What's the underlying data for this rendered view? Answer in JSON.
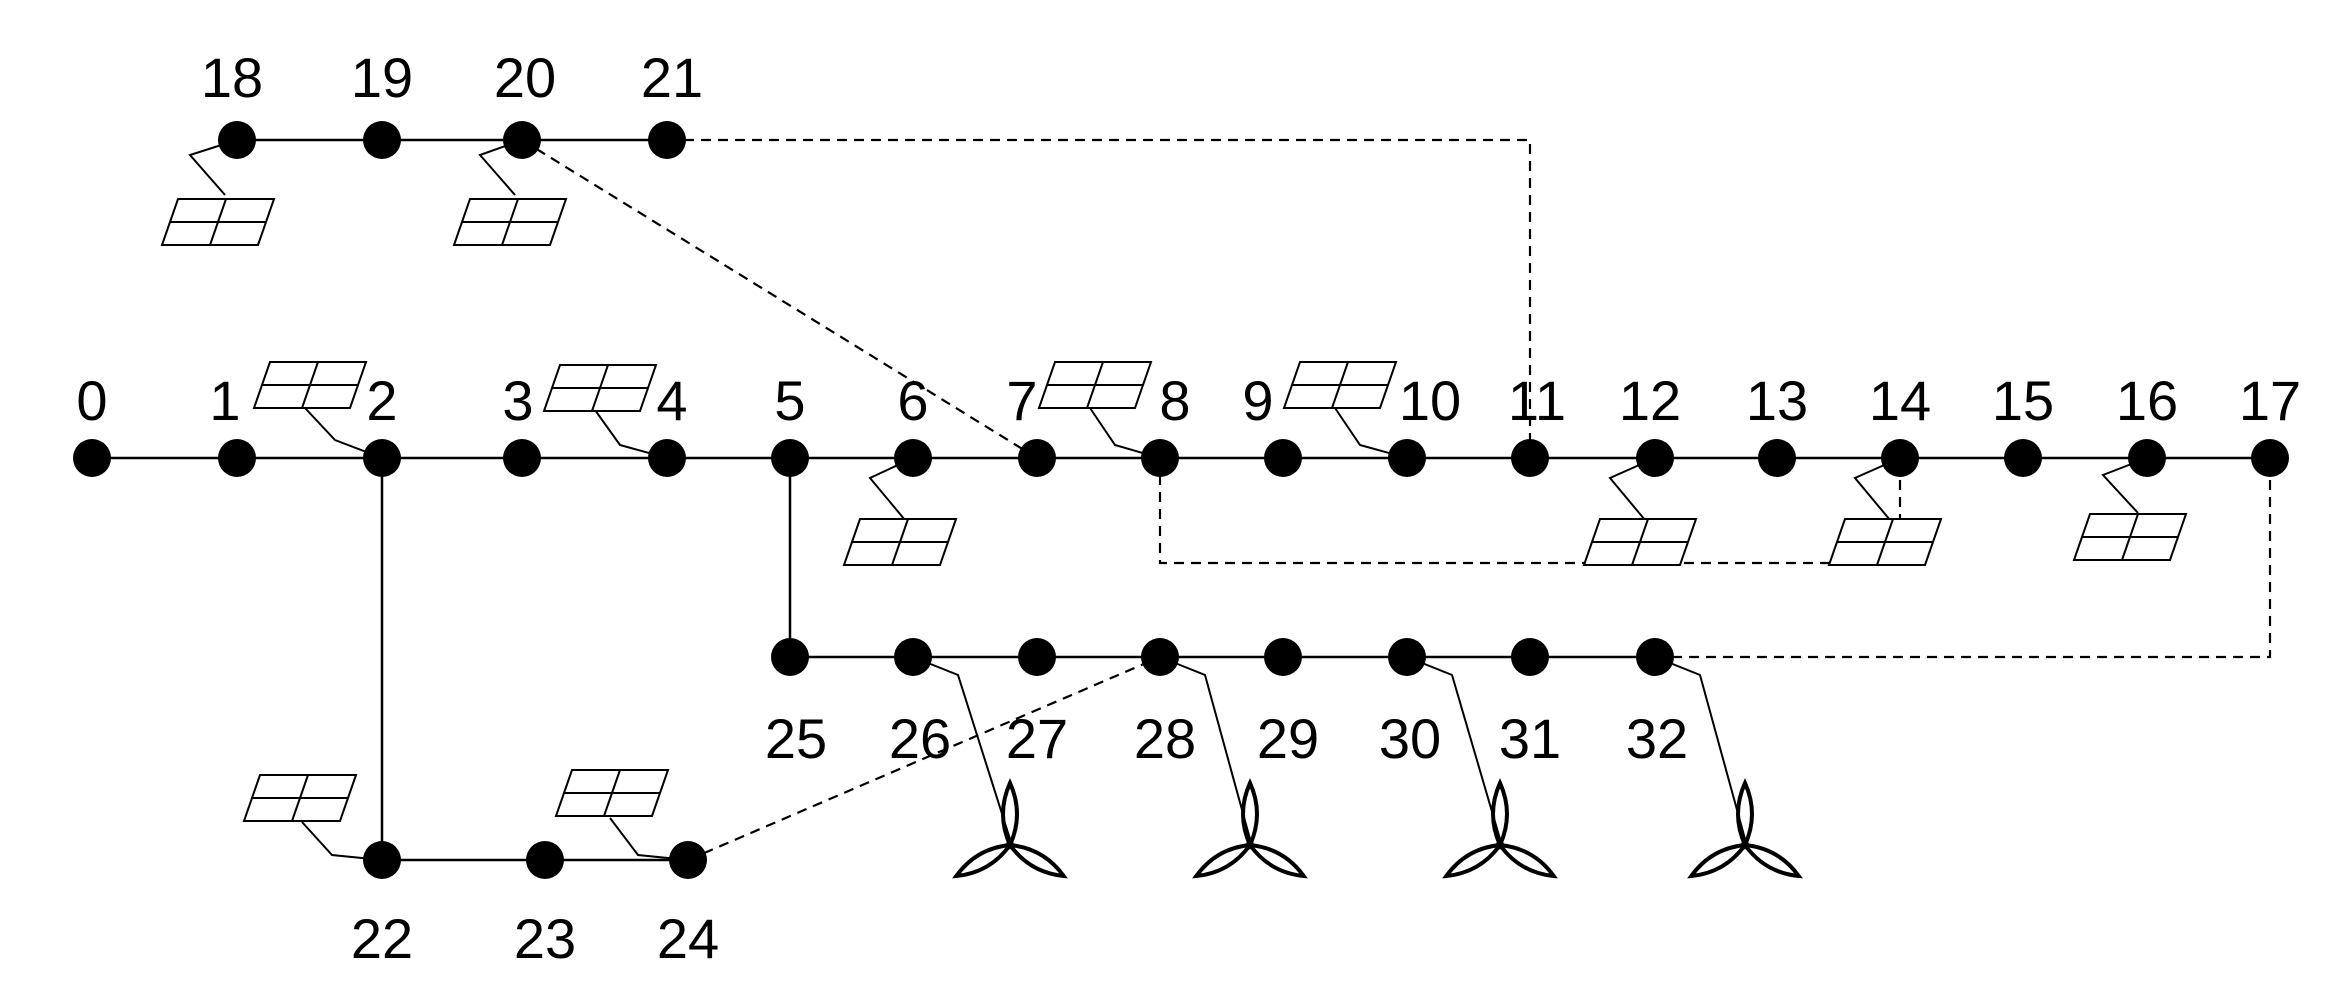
{
  "nodes": [
    {
      "id": "0",
      "label": "0"
    },
    {
      "id": "1",
      "label": "1"
    },
    {
      "id": "2",
      "label": "2"
    },
    {
      "id": "3",
      "label": "3"
    },
    {
      "id": "4",
      "label": "4"
    },
    {
      "id": "5",
      "label": "5"
    },
    {
      "id": "6",
      "label": "6"
    },
    {
      "id": "7",
      "label": "7"
    },
    {
      "id": "8",
      "label": "8"
    },
    {
      "id": "9",
      "label": "9"
    },
    {
      "id": "10",
      "label": "10"
    },
    {
      "id": "11",
      "label": "11"
    },
    {
      "id": "12",
      "label": "12"
    },
    {
      "id": "13",
      "label": "13"
    },
    {
      "id": "14",
      "label": "14"
    },
    {
      "id": "15",
      "label": "15"
    },
    {
      "id": "16",
      "label": "16"
    },
    {
      "id": "17",
      "label": "17"
    },
    {
      "id": "18",
      "label": "18"
    },
    {
      "id": "19",
      "label": "19"
    },
    {
      "id": "20",
      "label": "20"
    },
    {
      "id": "21",
      "label": "21"
    },
    {
      "id": "22",
      "label": "22"
    },
    {
      "id": "23",
      "label": "23"
    },
    {
      "id": "24",
      "label": "24"
    },
    {
      "id": "25",
      "label": "25"
    },
    {
      "id": "26",
      "label": "26"
    },
    {
      "id": "27",
      "label": "27"
    },
    {
      "id": "28",
      "label": "28"
    },
    {
      "id": "29",
      "label": "29"
    },
    {
      "id": "30",
      "label": "30"
    },
    {
      "id": "31",
      "label": "31"
    },
    {
      "id": "32",
      "label": "32"
    }
  ],
  "branches": [
    [
      "0",
      "1"
    ],
    [
      "1",
      "2"
    ],
    [
      "2",
      "3"
    ],
    [
      "3",
      "4"
    ],
    [
      "4",
      "5"
    ],
    [
      "5",
      "6"
    ],
    [
      "6",
      "7"
    ],
    [
      "7",
      "8"
    ],
    [
      "8",
      "9"
    ],
    [
      "9",
      "10"
    ],
    [
      "10",
      "11"
    ],
    [
      "11",
      "12"
    ],
    [
      "12",
      "13"
    ],
    [
      "13",
      "14"
    ],
    [
      "14",
      "15"
    ],
    [
      "15",
      "16"
    ],
    [
      "16",
      "17"
    ],
    [
      "18",
      "19"
    ],
    [
      "19",
      "20"
    ],
    [
      "20",
      "21"
    ],
    [
      "2",
      "22"
    ],
    [
      "22",
      "23"
    ],
    [
      "23",
      "24"
    ],
    [
      "5",
      "25"
    ],
    [
      "25",
      "26"
    ],
    [
      "26",
      "27"
    ],
    [
      "27",
      "28"
    ],
    [
      "28",
      "29"
    ],
    [
      "29",
      "30"
    ],
    [
      "30",
      "31"
    ],
    [
      "31",
      "32"
    ]
  ],
  "tie_lines": [
    [
      "20",
      "7"
    ],
    [
      "21",
      "11"
    ],
    [
      "8",
      "14"
    ],
    [
      "24",
      "28"
    ],
    [
      "32",
      "17"
    ]
  ],
  "pv_buses": [
    "18",
    "20",
    "2",
    "4",
    "6",
    "8",
    "10",
    "12",
    "14",
    "16",
    "22",
    "24"
  ],
  "wind_buses": [
    "26",
    "28",
    "30",
    "32"
  ],
  "colors": {
    "line": "#000000",
    "node": "#000000",
    "background": "#ffffff"
  }
}
